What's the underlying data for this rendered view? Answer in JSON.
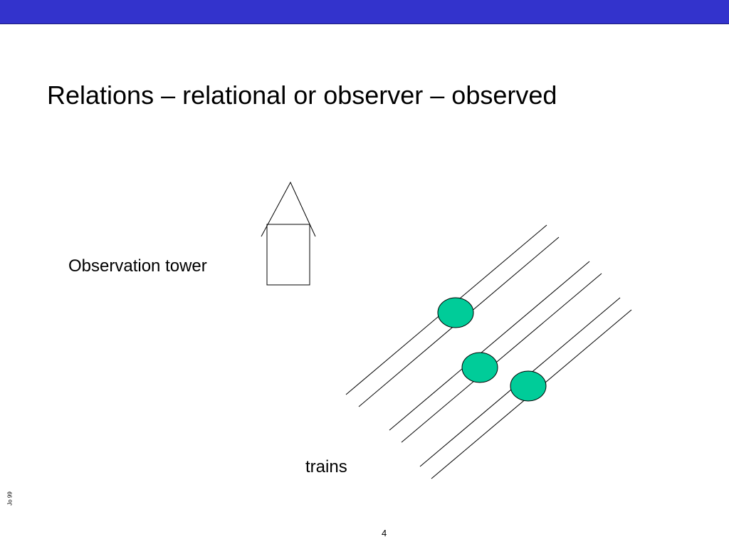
{
  "slide": {
    "title": "Relations – relational or observer – observed",
    "colors": {
      "top_bar": "#3333cc",
      "train_fill": "#00cc99",
      "line": "#000000"
    },
    "diagram": {
      "tower_label": "Observation tower",
      "trains_label": "trains",
      "track_pairs": 3,
      "train_count": 3
    },
    "side_note": "Jo 99",
    "page_number": "4"
  }
}
